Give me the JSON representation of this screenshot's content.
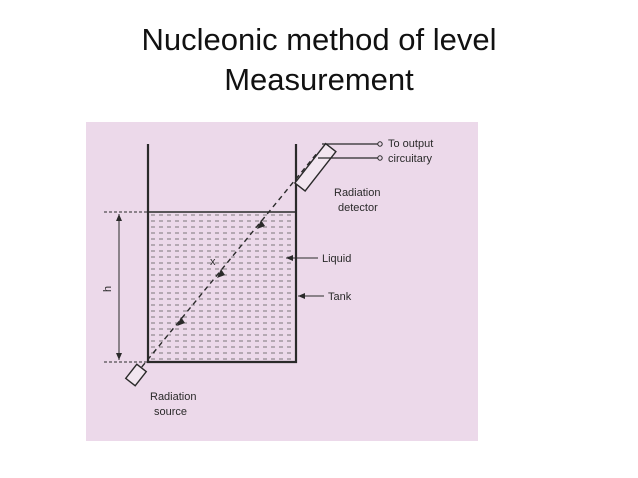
{
  "slide": {
    "title_line1": "Nucleonic method of level",
    "title_line2": "Measurement"
  },
  "diagram": {
    "labels": {
      "output_line1": "To output",
      "output_line2": "circuitary",
      "detector_line1": "Radiation",
      "detector_line2": "detector",
      "liquid": "Liquid",
      "tank": "Tank",
      "source_line1": "Radiation",
      "source_line2": "source",
      "height": "h",
      "path": "x"
    },
    "colors": {
      "photo_background": "#ecd9ea",
      "ink": "#2a2a2a"
    }
  }
}
